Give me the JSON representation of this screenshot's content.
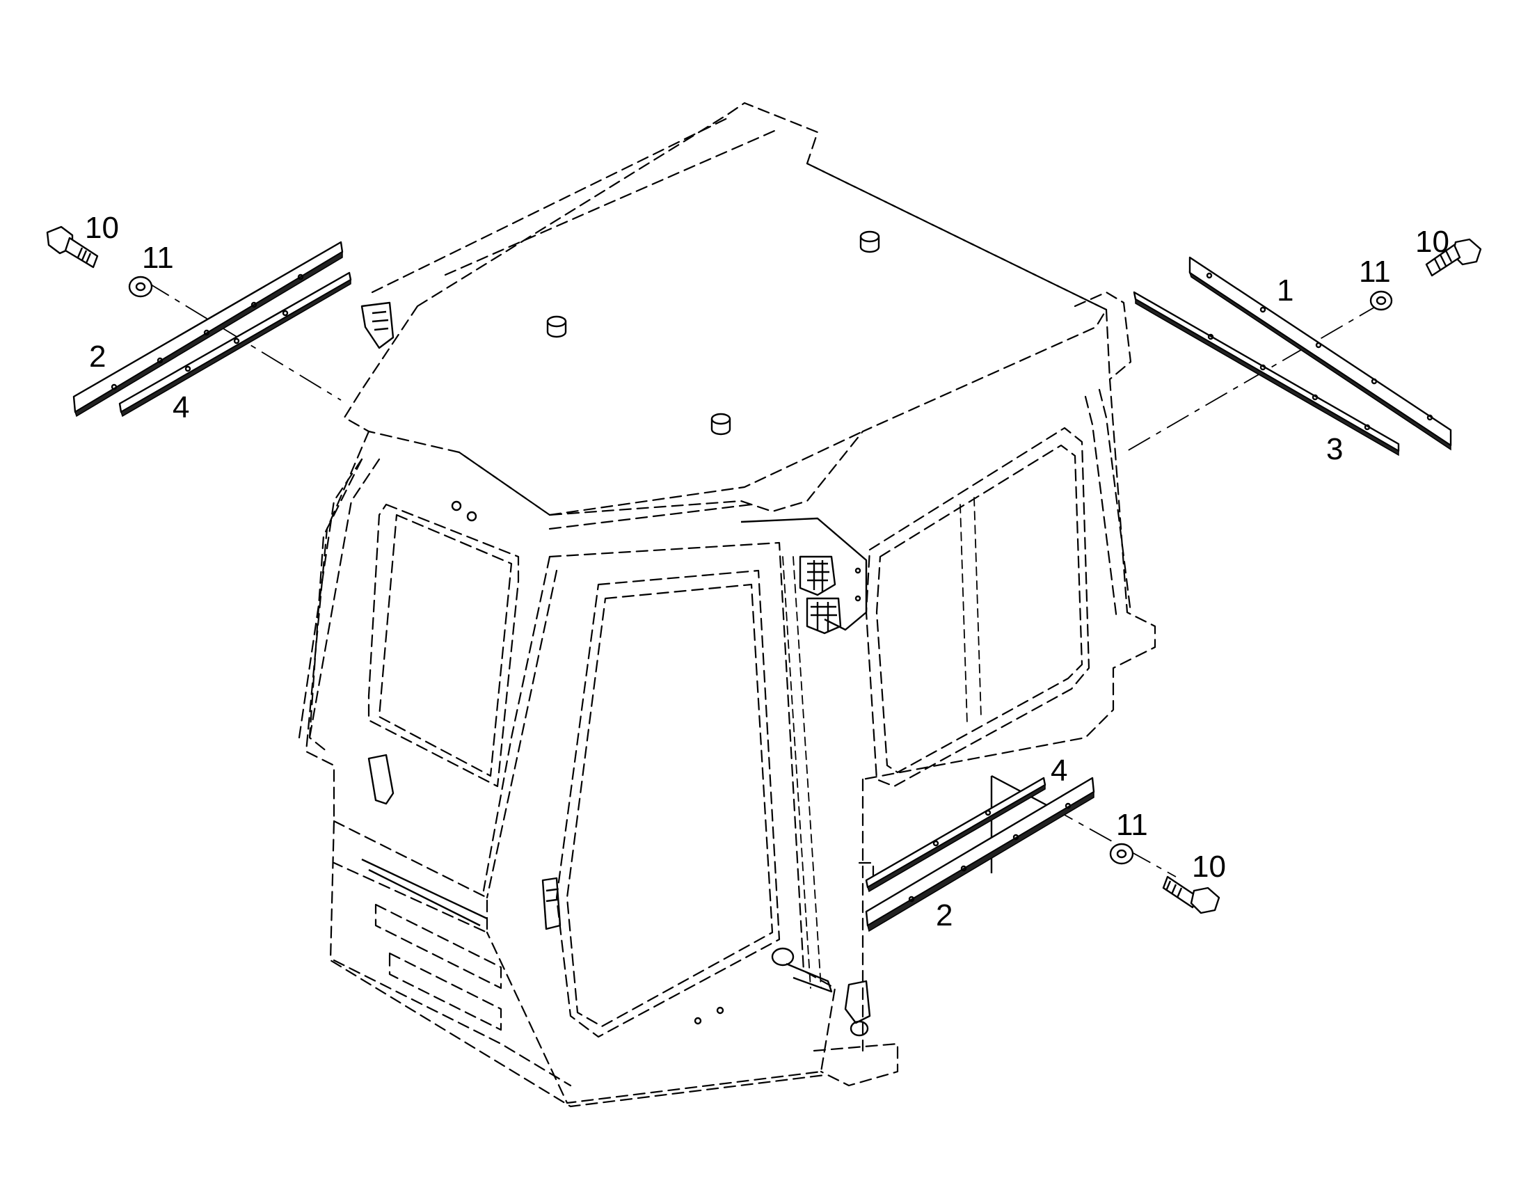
{
  "callouts": {
    "tl_bolt": "10",
    "tl_washer": "11",
    "tl_plate": "2",
    "tl_strip": "4",
    "tr_bolt": "10",
    "tr_washer": "11",
    "tr_plate": "1",
    "tr_strip": "3",
    "br_strip": "4",
    "br_washer": "11",
    "br_bolt": "10",
    "br_plate": "2"
  }
}
